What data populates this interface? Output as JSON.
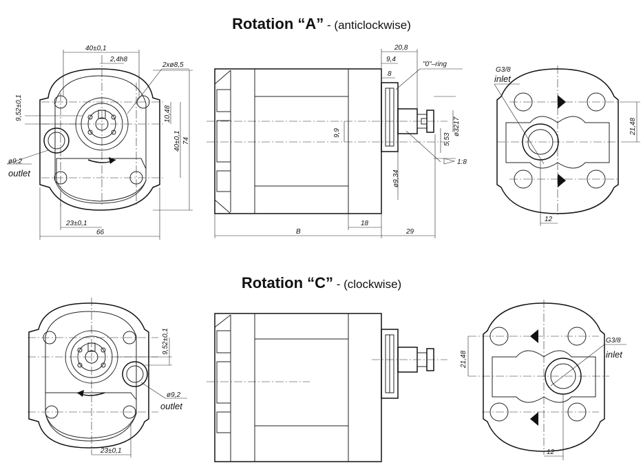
{
  "rotation_a": {
    "title_bold": "Rotation “A”",
    "title_rest": " - (anticlockwise)",
    "front_view": {
      "dim_top": "40±0,1",
      "dim_shaft": "2,4h8",
      "dim_holes": "2xø8,5",
      "dim_left_vertical": "9,52±0,1",
      "dim_right_small": "10,48",
      "dim_right_mid": "40±0,1",
      "dim_right_total": "74",
      "port_label": "ø9,2",
      "port_name": "outlet",
      "dim_bottom_offset": "23±0,1",
      "dim_bottom_total": "66"
    },
    "side_view": {
      "dim_flange_total": "20,8",
      "dim_flange_mid": "9,4",
      "dim_flange_small": "8",
      "oring_label": "\"0\"–ring",
      "dim_shaft_center": "9,9",
      "dim_shaft_dia": "ø3217",
      "dim_shaft_len": "5,53",
      "dim_pilot": "ø9,34",
      "taper_label": "1:8",
      "dim_body_length": "B",
      "dim_body_right": "18",
      "dim_shaft_proj": "29"
    },
    "rear_view": {
      "port_thread": "G3/8",
      "port_name": "inlet",
      "dim_height": "21,48",
      "dim_width": "12"
    }
  },
  "rotation_c": {
    "title_bold": "Rotation “C”",
    "title_rest": " - (clockwise)",
    "front_view": {
      "dim_right_vertical": "9,52±0,1",
      "port_label": "ø9,2",
      "port_name": "outlet",
      "dim_bottom_offset": "23±0,1"
    },
    "rear_view": {
      "port_thread": "G3/8",
      "port_name": "inlet",
      "dim_height": "21,48",
      "dim_width": "12"
    }
  }
}
